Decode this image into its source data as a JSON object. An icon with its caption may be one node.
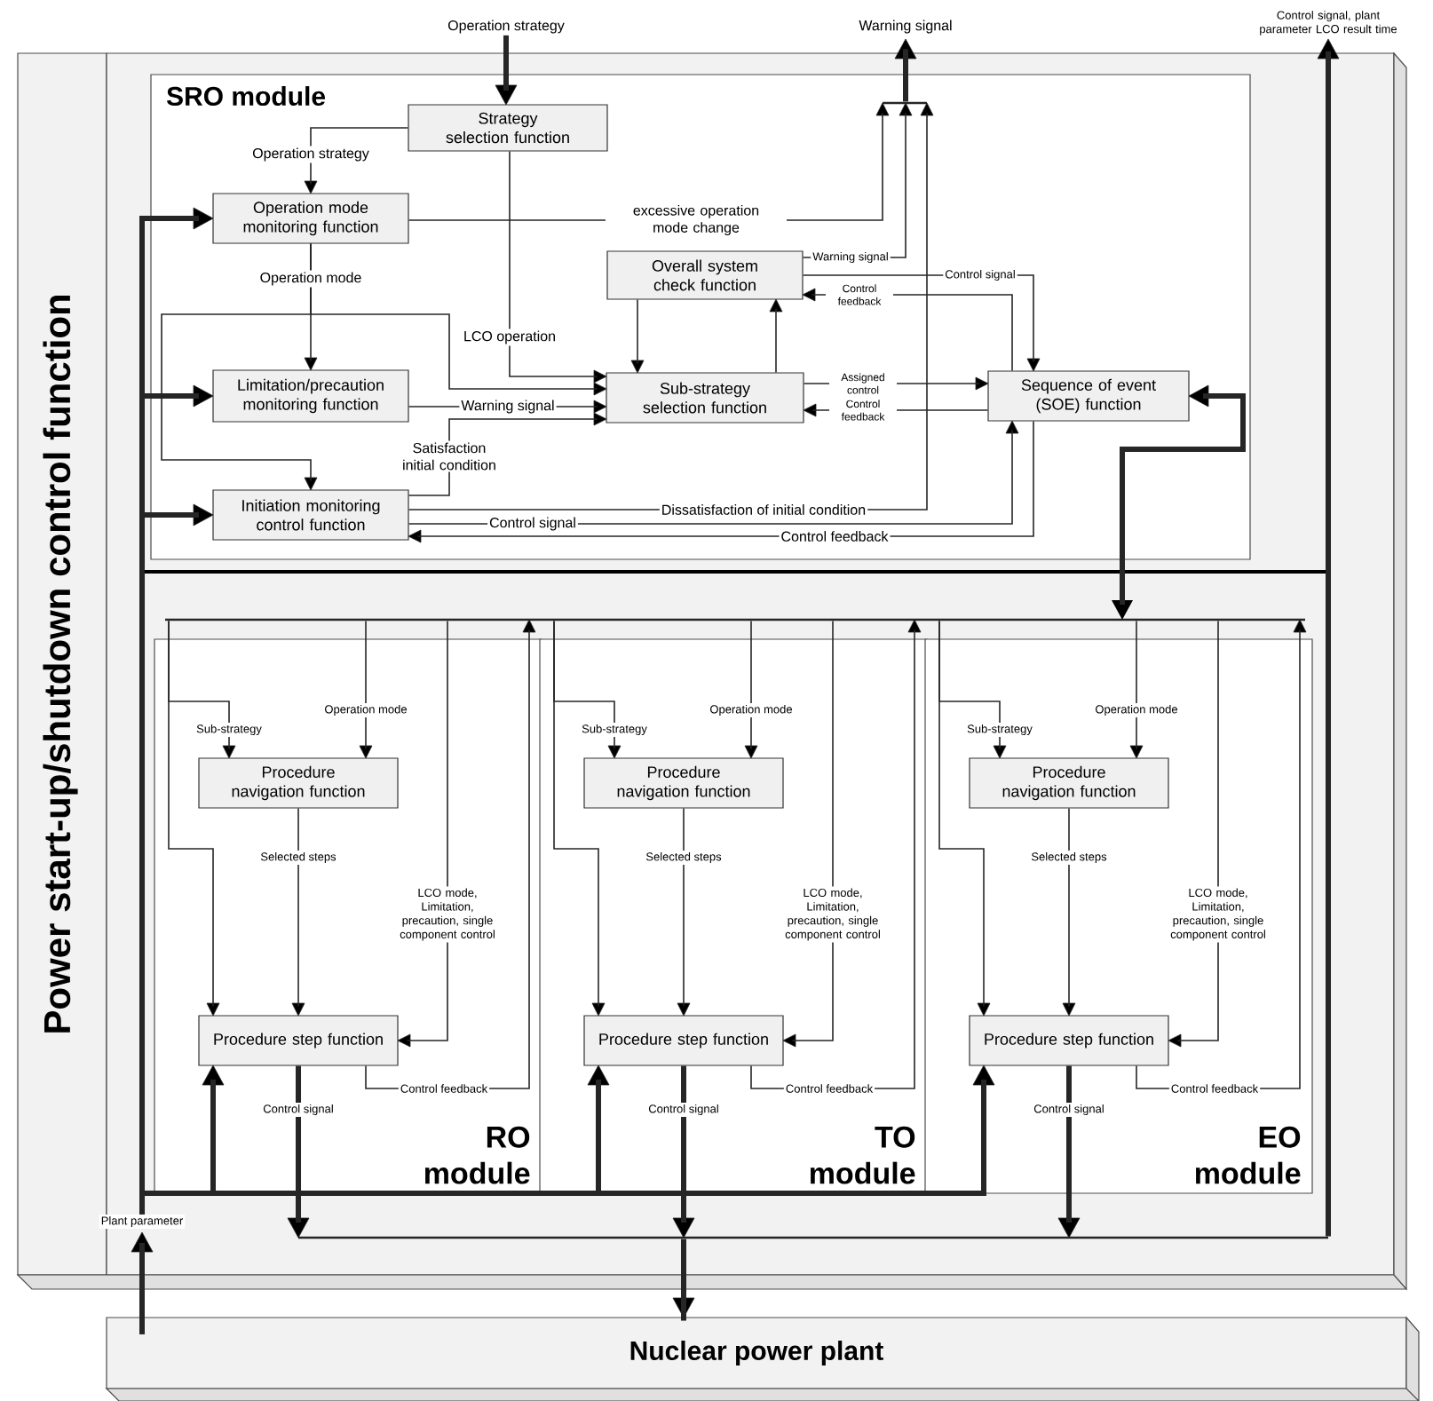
{
  "diagram": {
    "nodes": [
      {
        "text": [
          "Power start-up/shutdown control function"
        ]
      },
      {
        "text": [
          "SRO module"
        ],
        "in": 0
      },
      {
        "text": [
          "Strategy selection function"
        ],
        "in": 1
      },
      {
        "text": [
          "Operation mode monitoring function"
        ],
        "in": 1
      },
      {
        "text": [
          "Overall system check function"
        ],
        "in": 1
      },
      {
        "text": [
          "Limitation/precaution monitoring function"
        ],
        "in": 1
      },
      {
        "text": [
          "Sub-strategy selection function"
        ],
        "in": 1
      },
      {
        "text": [
          "Sequence of event (SOE) function"
        ],
        "in": 1
      },
      {
        "text": [
          "Initiation monitoring control function"
        ],
        "in": 1
      },
      {
        "text": [
          "RO module"
        ],
        "in": 0
      },
      {
        "text": [
          "Procedure navigation function"
        ],
        "in": 9
      },
      {
        "text": [
          "Procedure step function"
        ],
        "in": 9
      },
      {
        "text": [
          "TO module"
        ],
        "in": 0
      },
      {
        "text": [
          "Procedure navigation function"
        ],
        "in": 12
      },
      {
        "text": [
          "Procedure step function"
        ],
        "in": 12
      },
      {
        "text": [
          "EO module"
        ],
        "in": 0
      },
      {
        "text": [
          "Procedure navigation function"
        ],
        "in": 15
      },
      {
        "text": [
          "Procedure step function"
        ],
        "in": 15
      },
      {
        "text": [
          "Nuclear power plant"
        ]
      },
      {
        "text": [
          "Operation strategy"
        ]
      },
      {
        "text": [
          "Warning signal"
        ]
      },
      {
        "text": [
          "Control signal, plant parameter LCO result time"
        ]
      },
      {
        "text": [
          "Plant parameter"
        ],
        "in": 0
      },
      {
        "text": [],
        "shape": "bar",
        "in": 1
      },
      {
        "text": [],
        "shape": "bar",
        "in": 0
      },
      {
        "text": [],
        "shape": "bar",
        "in": 0
      }
    ],
    "edges": [
      {
        "from": 19,
        "to": 2,
        "arrow": "to",
        "style": "thick"
      },
      {
        "from": 2,
        "to": 3,
        "arrow": "to",
        "label": "Operation strategy"
      },
      {
        "from": 3,
        "to": 5,
        "arrow": "to",
        "label": "Operation mode"
      },
      {
        "from": 3,
        "to": 6,
        "arrow": "to"
      },
      {
        "from": 3,
        "to": 8,
        "arrow": "to"
      },
      {
        "from": 2,
        "to": 6,
        "arrow": "to",
        "label": "LCO operation"
      },
      {
        "from": 5,
        "to": 6,
        "arrow": "to",
        "label": "Warning signal"
      },
      {
        "from": 8,
        "to": 6,
        "arrow": "to",
        "label": "Satisfaction initial condition"
      },
      {
        "from": 3,
        "to": 23,
        "arrow": "to",
        "label": "excessive operation mode change"
      },
      {
        "from": 4,
        "to": 23,
        "arrow": "to",
        "label": "Warning signal"
      },
      {
        "from": 8,
        "to": 23,
        "arrow": "to",
        "label": "Dissatisfaction of initial condition"
      },
      {
        "from": 23,
        "to": 20,
        "arrow": "to",
        "style": "thick"
      },
      {
        "from": 4,
        "to": 6,
        "arrow": "to"
      },
      {
        "from": 6,
        "to": 4,
        "arrow": "to"
      },
      {
        "from": 4,
        "to": 7,
        "arrow": "to",
        "label": "Control signal"
      },
      {
        "from": 7,
        "to": 4,
        "arrow": "to",
        "label": "Control feedback"
      },
      {
        "from": 6,
        "to": 7,
        "arrow": "to",
        "label": "Assigned control"
      },
      {
        "from": 7,
        "to": 6,
        "arrow": "to",
        "label": "Control feedback"
      },
      {
        "from": 8,
        "to": 7,
        "arrow": "to",
        "label": "Control signal"
      },
      {
        "from": 7,
        "to": 8,
        "arrow": "to",
        "label": "Control feedback"
      },
      {
        "from": 7,
        "to": 24,
        "arrow": "both",
        "style": "thick"
      },
      {
        "from": 18,
        "to": 22,
        "arrow": "to",
        "style": "thick"
      },
      {
        "from": 22,
        "to": 3,
        "arrow": "to",
        "style": "thick"
      },
      {
        "from": 22,
        "to": 5,
        "arrow": "to",
        "style": "thick"
      },
      {
        "from": 22,
        "to": 8,
        "arrow": "to",
        "style": "thick"
      },
      {
        "from": 24,
        "to": 10,
        "arrow": "to",
        "label": "Sub-strategy"
      },
      {
        "from": 24,
        "to": 11,
        "arrow": "to"
      },
      {
        "from": 24,
        "to": 10,
        "arrow": "to",
        "label": "Operation mode"
      },
      {
        "from": 10,
        "to": 11,
        "arrow": "to",
        "label": "Selected steps"
      },
      {
        "from": 24,
        "to": 11,
        "arrow": "to",
        "label": "LCO mode, Limitation, precaution, single component control"
      },
      {
        "from": 11,
        "to": 24,
        "arrow": "to",
        "label": "Control feedback"
      },
      {
        "from": 11,
        "to": 25,
        "arrow": "to",
        "label": "Control signal",
        "style": "thick"
      },
      {
        "from": 22,
        "to": 11,
        "arrow": "to",
        "style": "thick"
      },
      {
        "from": 24,
        "to": 13,
        "arrow": "to",
        "label": "Sub-strategy"
      },
      {
        "from": 24,
        "to": 14,
        "arrow": "to"
      },
      {
        "from": 24,
        "to": 13,
        "arrow": "to",
        "label": "Operation mode"
      },
      {
        "from": 13,
        "to": 14,
        "arrow": "to",
        "label": "Selected steps"
      },
      {
        "from": 24,
        "to": 14,
        "arrow": "to",
        "label": "LCO mode, Limitation, precaution, single component control"
      },
      {
        "from": 14,
        "to": 24,
        "arrow": "to",
        "label": "Control feedback"
      },
      {
        "from": 14,
        "to": 25,
        "arrow": "to",
        "label": "Control signal",
        "style": "thick"
      },
      {
        "from": 22,
        "to": 14,
        "arrow": "to",
        "style": "thick"
      },
      {
        "from": 24,
        "to": 16,
        "arrow": "to",
        "label": "Sub-strategy"
      },
      {
        "from": 24,
        "to": 17,
        "arrow": "to"
      },
      {
        "from": 24,
        "to": 16,
        "arrow": "to",
        "label": "Operation mode"
      },
      {
        "from": 16,
        "to": 17,
        "arrow": "to",
        "label": "Selected steps"
      },
      {
        "from": 24,
        "to": 17,
        "arrow": "to",
        "label": "LCO mode, Limitation, precaution, single component control"
      },
      {
        "from": 17,
        "to": 24,
        "arrow": "to",
        "label": "Control feedback"
      },
      {
        "from": 17,
        "to": 25,
        "arrow": "to",
        "label": "Control signal",
        "style": "thick"
      },
      {
        "from": 22,
        "to": 17,
        "arrow": "to",
        "style": "thick"
      },
      {
        "from": 25,
        "to": 18,
        "arrow": "to",
        "style": "thick"
      },
      {
        "from": 25,
        "to": 21,
        "arrow": "to",
        "style": "thick"
      }
    ]
  }
}
